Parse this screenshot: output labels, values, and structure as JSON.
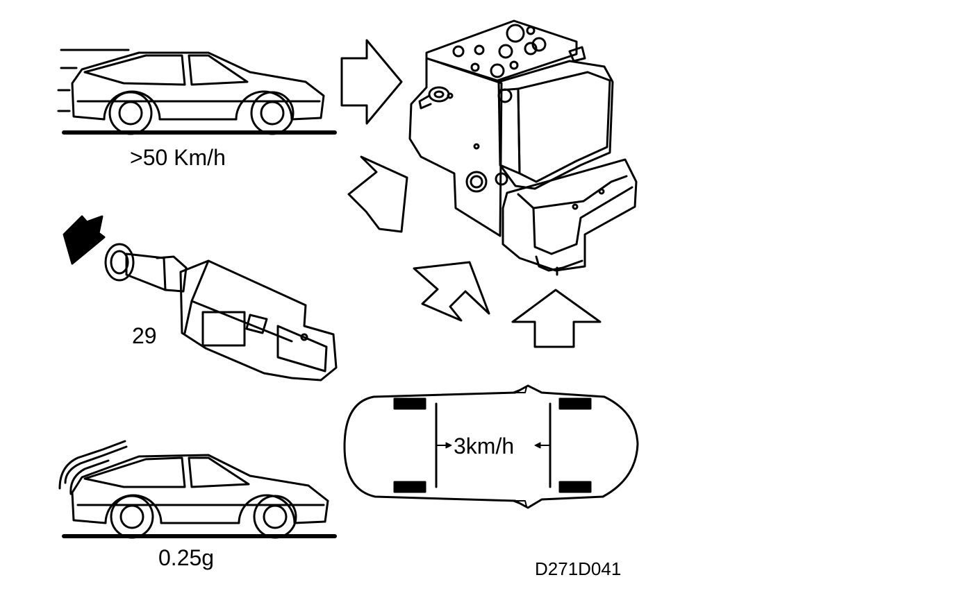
{
  "labels": {
    "speed": ">50 Km/h",
    "switch_number": "29",
    "wheel_speed_diff": "3km/h",
    "deceleration": "0.25g",
    "figure_code": "D271D041"
  }
}
